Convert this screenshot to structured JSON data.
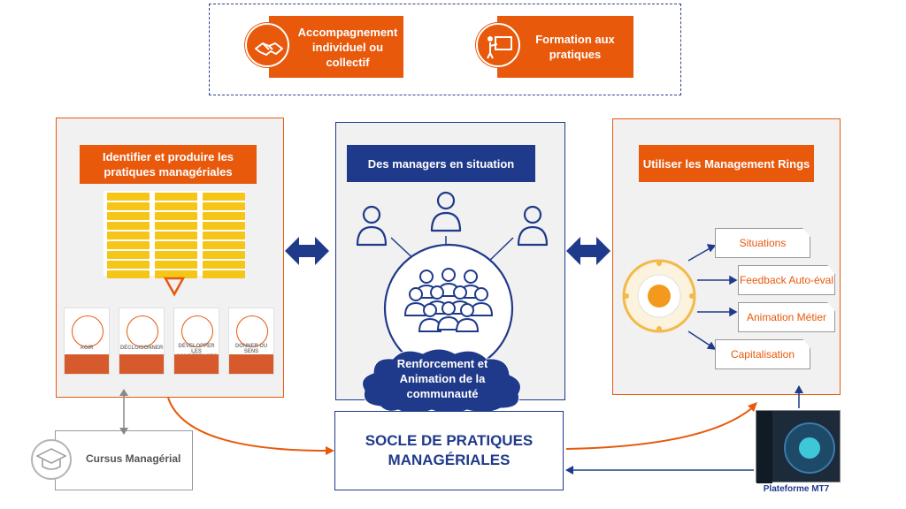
{
  "top": {
    "support_label": "Accompagnement individuel ou collectif",
    "training_label": "Formation aux pratiques"
  },
  "left_panel": {
    "title": "Identifier et produire les pratiques managériales",
    "cards": [
      {
        "label": "AGIR"
      },
      {
        "label": "DÉCLOISONNER"
      },
      {
        "label": "DÉVELOPPER LES COMPÉTENCES"
      },
      {
        "label": "DONNER DU SENS"
      }
    ]
  },
  "center_panel": {
    "title": "Des managers en situation",
    "cloud_text": "Renforcement et Animation de la communauté"
  },
  "right_panel": {
    "title": "Utiliser les Management Rings",
    "items": [
      "Situations",
      "Feedback Auto-éval",
      "Animation Métier",
      "Capitalisation"
    ]
  },
  "socle": "SOCLE DE PRATIQUES MANAGÉRIALES",
  "cursus": "Cursus Managérial",
  "platform": "Plateforme MT7",
  "colors": {
    "orange": "#e8590c",
    "navy": "#1f3a8a",
    "yellow": "#f5c518",
    "panel_gray": "#f1f1f1"
  }
}
